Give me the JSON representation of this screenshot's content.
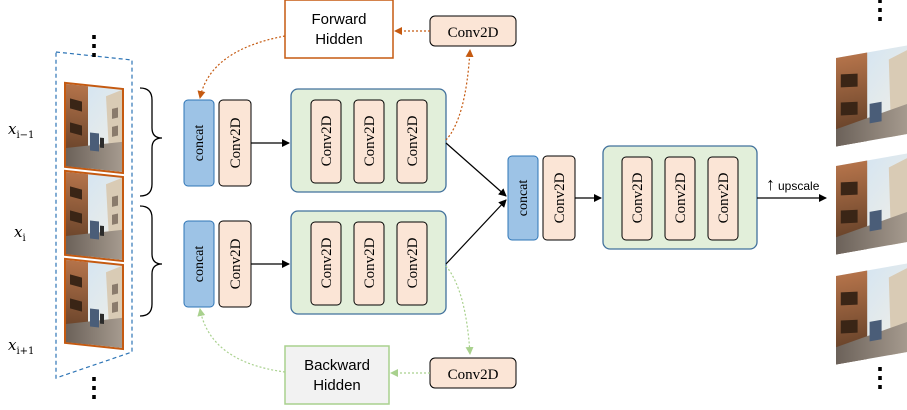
{
  "input_labels": {
    "x_prev": "x",
    "x_prev_sub": "i−1",
    "x_cur": "x",
    "x_cur_sub": "i",
    "x_next": "x",
    "x_next_sub": "i+1"
  },
  "ellipsis": "⋮",
  "hidden_states": {
    "forward_line1": "Forward",
    "forward_line2": "Hidden",
    "backward_line1": "Backward",
    "backward_line2": "Hidden"
  },
  "layers": {
    "concat": "concat",
    "conv2d": "Conv2D"
  },
  "upscale": {
    "arrow": "↑",
    "label": "upscale"
  },
  "colors": {
    "forward": "#c55a11",
    "backward": "#a9d18e",
    "concat_fill": "#9dc3e6",
    "conv_fill": "#fbe5d6",
    "block_fill": "#e2efda",
    "block_border": "#41719c",
    "frame_border": "#2e75b6"
  }
}
